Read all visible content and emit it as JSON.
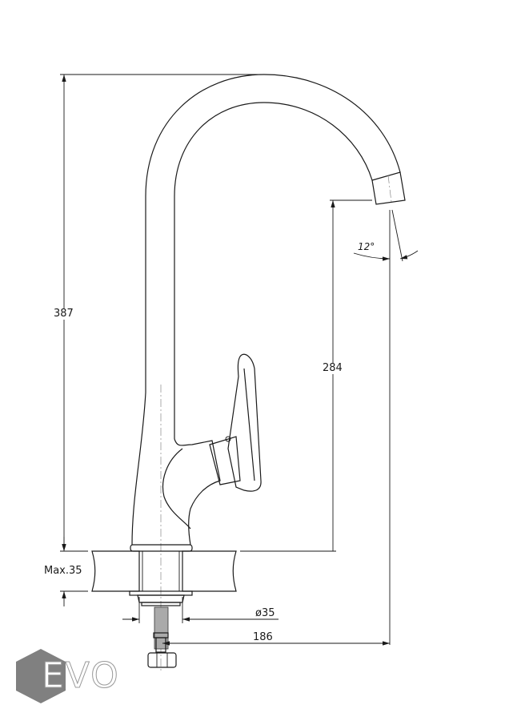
{
  "dimensions": {
    "total_height": "387",
    "spout_height": "284",
    "max_counter_thickness": "Max.35",
    "hole_diameter": "ø35",
    "spout_reach": "186",
    "spout_angle": "12°"
  },
  "logo": {
    "text": "EVO",
    "color": "#808080"
  }
}
